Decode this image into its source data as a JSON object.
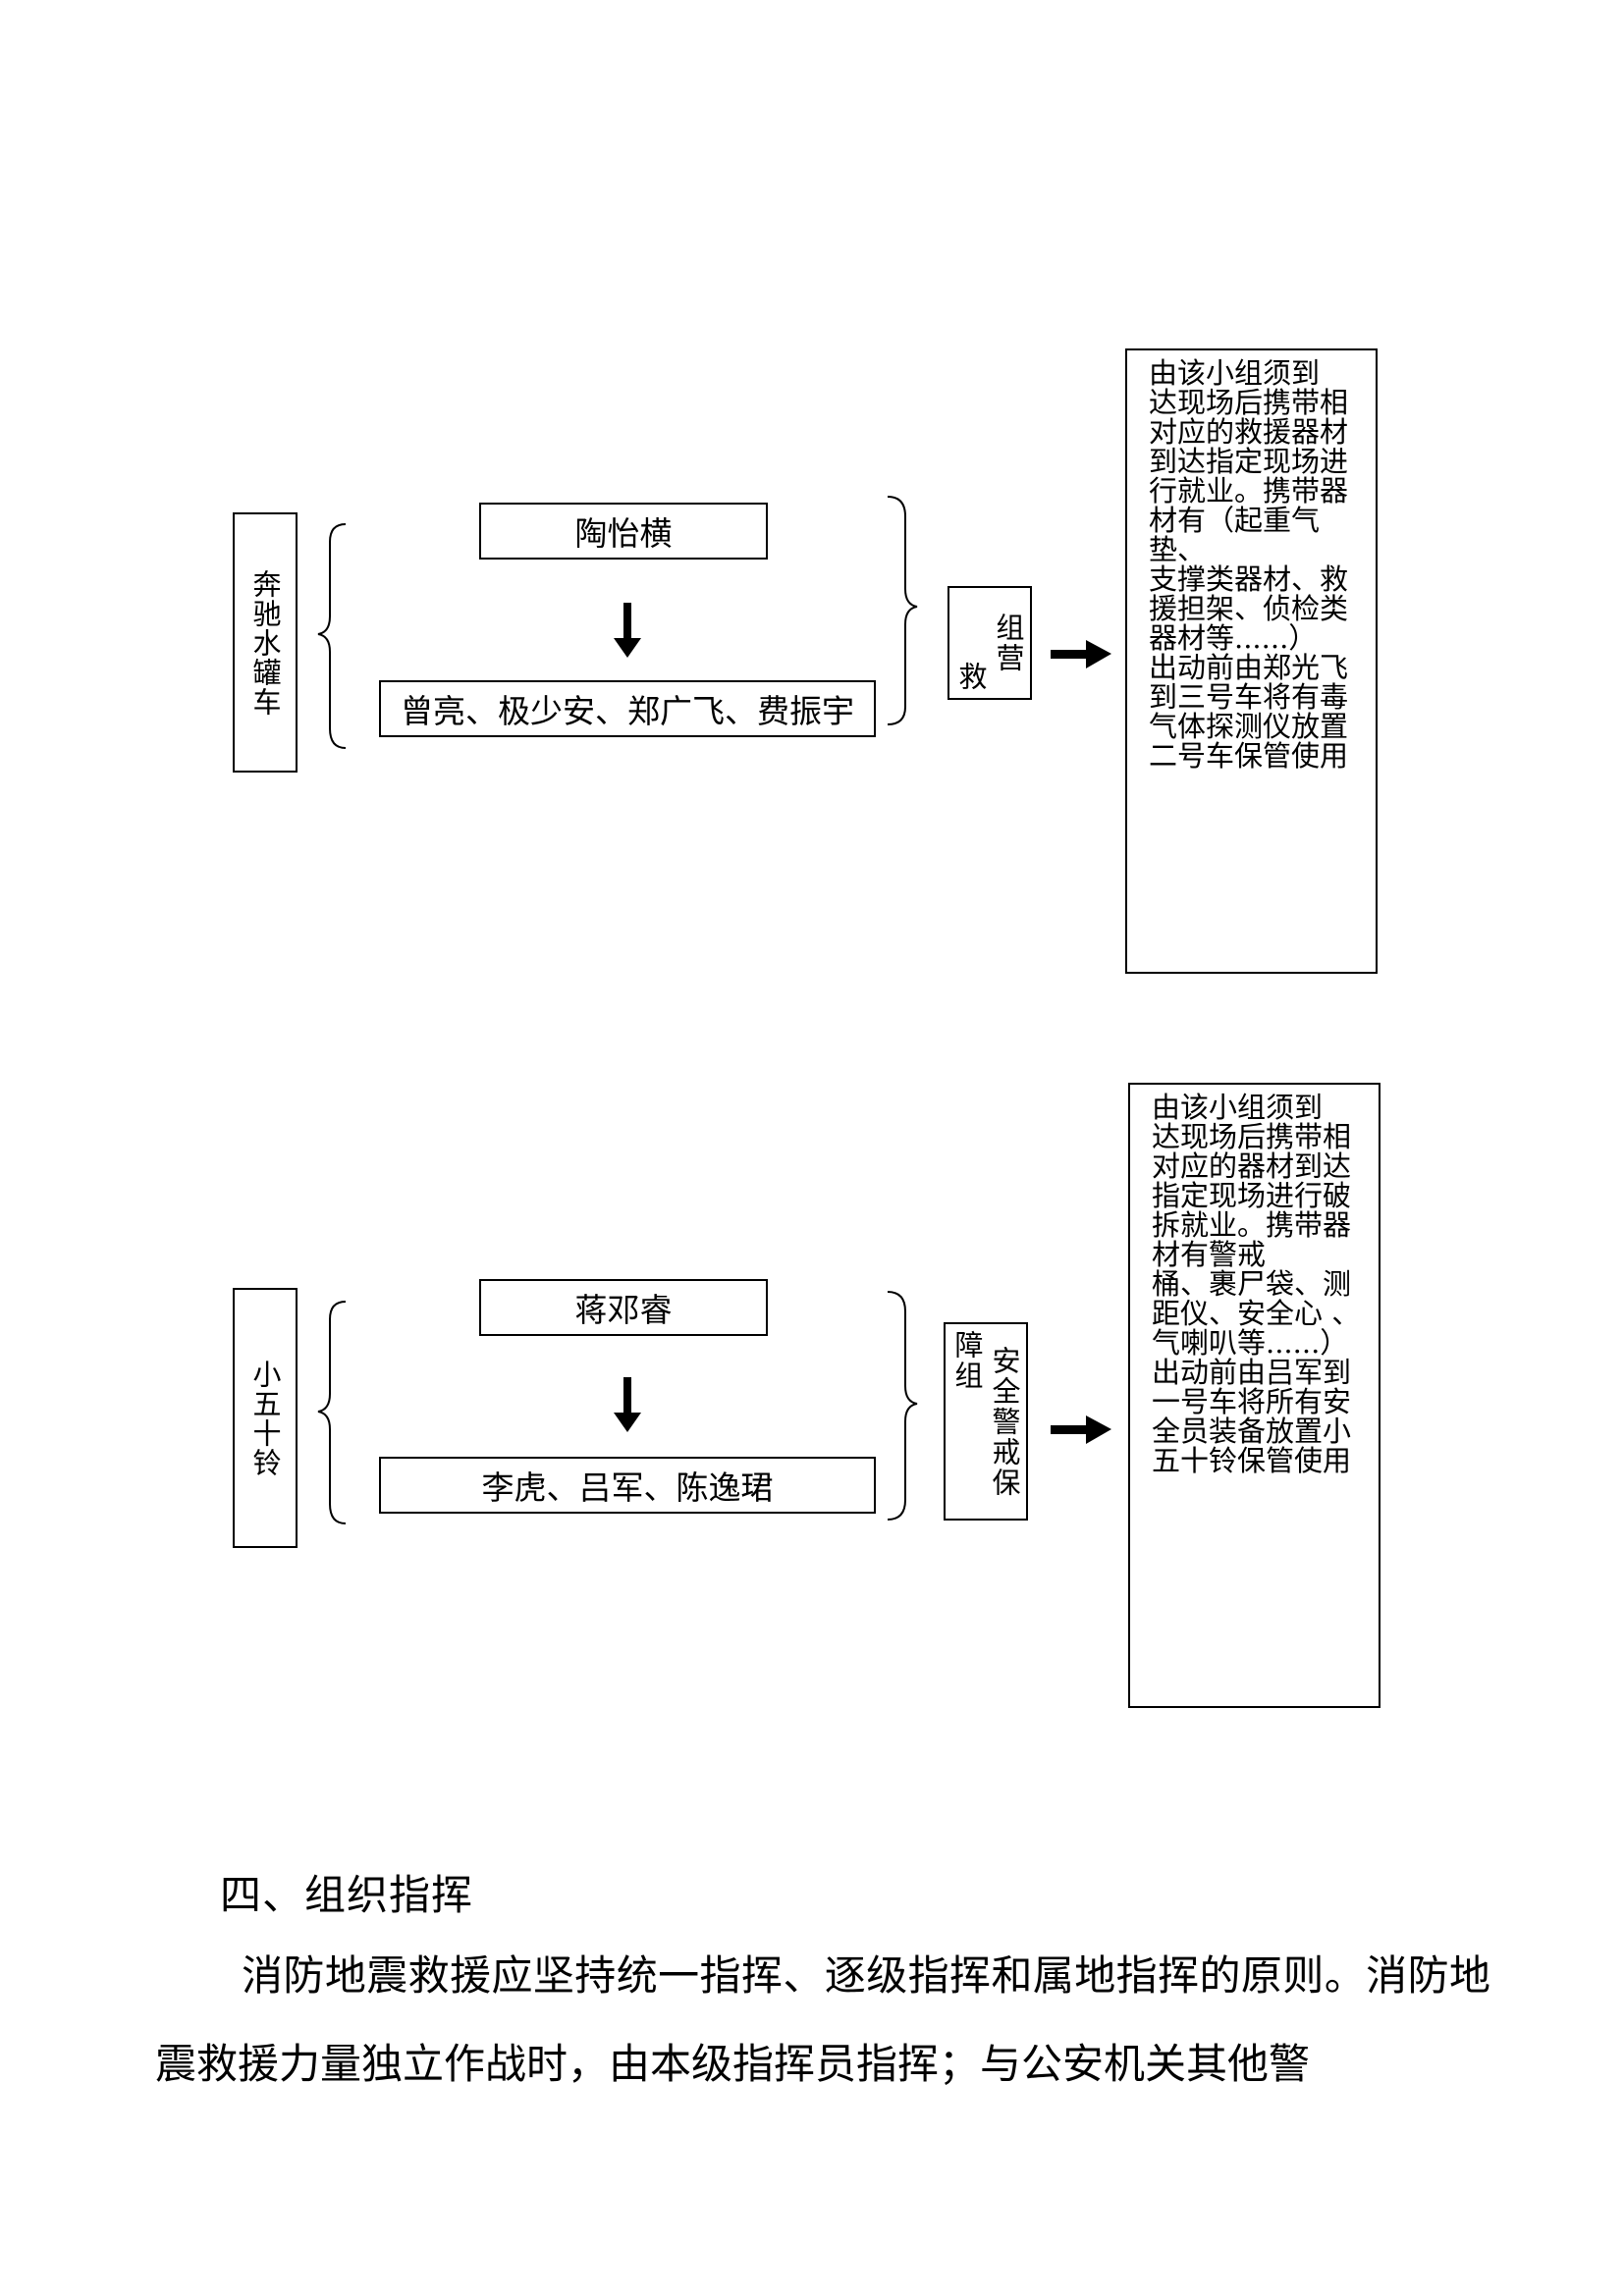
{
  "diagram1": {
    "vehicle": "奔驰水罐车",
    "leader": "陶怡横",
    "members": "曾亮、极少安、郑广飞、费振宇",
    "role": [
      "组营",
      "救"
    ],
    "notes": [
      "由该小组须到",
      "达现场后携带相",
      "对应的救援器材",
      "到达指定现场进",
      "行就业。携带器",
      "材有（起重气垫、",
      "支撑类器材、救",
      "援担架、侦检类",
      "器材等......）",
      "出动前由郑光飞",
      "到三号车将有毒",
      "气体探测仪放置",
      "二号车保管使用"
    ]
  },
  "diagram2": {
    "vehicle": "小五十铃",
    "leader": "蒋邓睿",
    "members": "李虎、吕军、陈逸珺",
    "role": [
      "安全警戒保",
      "障组"
    ],
    "notes": [
      "由该小组须到",
      "达现场后携带相",
      "对应的器材到达",
      "指定现场进行破",
      "拆就业。携带器",
      "材有警戒",
      "桶、裹尸袋、测",
      "距仪、安全心 、",
      "气喇叭等......）",
      "出动前由吕军到",
      "一号车将所有安",
      "全员装备放置小",
      "五十铃保管使用"
    ]
  },
  "section": {
    "heading": "四、组织指挥",
    "paragraph": "消防地震救援应坚持统一指挥、逐级指挥和属地指挥的原则。消防地震救援力量独立作战时，由本级指挥员指挥；与公安机关其他警"
  }
}
